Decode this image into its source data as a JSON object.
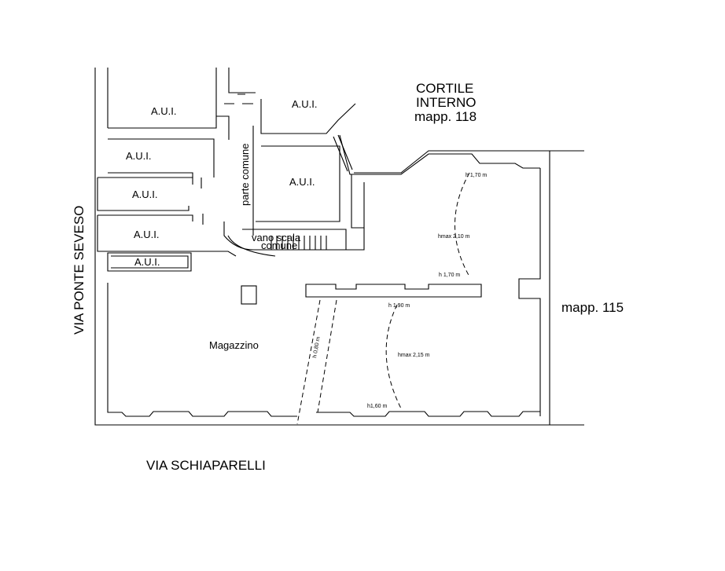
{
  "plan": {
    "street_left": "VIA PONTE SEVESO",
    "street_bottom": "VIA SCHIAPARELLI",
    "courtyard": {
      "line1": "CORTILE",
      "line2": "INTERNO",
      "line3": "mapp. 118"
    },
    "neighbor_right": "mapp. 115",
    "rooms": {
      "aui_top_left": "A.U.I.",
      "aui_top_mid": "A.U.I.",
      "aui_left_1": "A.U.I.",
      "aui_left_2": "A.U.I.",
      "aui_left_3": "A.U.I.",
      "aui_left_4": "A.U.I.",
      "aui_center": "A.U.I.",
      "common_part": "parte comune",
      "stair_line1": "vano scala",
      "stair_line2": "comune",
      "storage": "Magazzino"
    },
    "heights": {
      "rear_top": "h 1,70 m",
      "rear_max": "hmax 2,10 m",
      "rear_bottom": "h 1,70 m",
      "front_top": "h 1,90 m",
      "front_max": "hmax 2,15 m",
      "front_bottom": "h1,60 m",
      "passage": "h 0,80 m"
    }
  }
}
